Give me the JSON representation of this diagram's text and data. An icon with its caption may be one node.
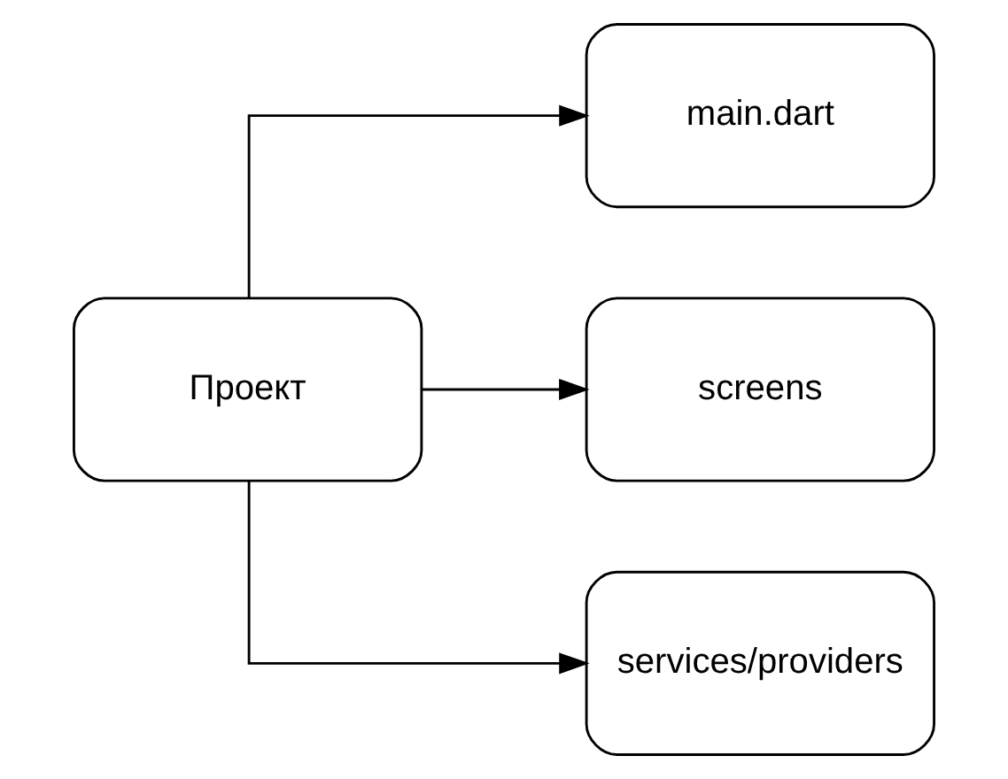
{
  "diagram": {
    "nodes": [
      {
        "text": [
          "Проект"
        ]
      },
      {
        "text": [
          "main.dart"
        ]
      },
      {
        "text": [
          "screens"
        ]
      },
      {
        "text": [
          "services/providers"
        ]
      }
    ],
    "edges": [
      {
        "from": 0,
        "to": 1,
        "arrow": "to"
      },
      {
        "from": 0,
        "to": 2,
        "arrow": "to"
      },
      {
        "from": 0,
        "to": 3,
        "arrow": "to"
      }
    ]
  }
}
